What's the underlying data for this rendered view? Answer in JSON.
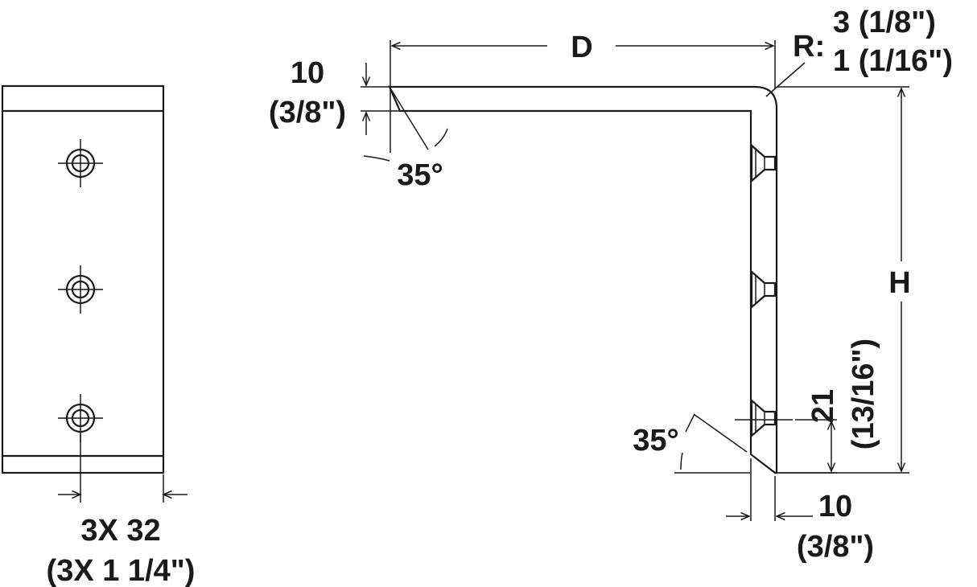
{
  "front_view": {
    "hole_count": 3,
    "spacing_label": "3X 32",
    "spacing_label_imperial": "(3X 1 1/4\")"
  },
  "section_view": {
    "depth_label": "D",
    "height_label": "H",
    "radius_prefix": "R:",
    "radius_mm": "3 (1/8\")",
    "radius_alt": "1 (1/16\")",
    "top_thickness_mm": "10",
    "top_thickness_in": "(3/8\")",
    "top_angle": "35°",
    "bottom_angle": "35°",
    "hole_offset_mm": "21",
    "hole_offset_in": "(13/16\")",
    "side_thickness_mm": "10",
    "side_thickness_in": "(3/8\")"
  }
}
